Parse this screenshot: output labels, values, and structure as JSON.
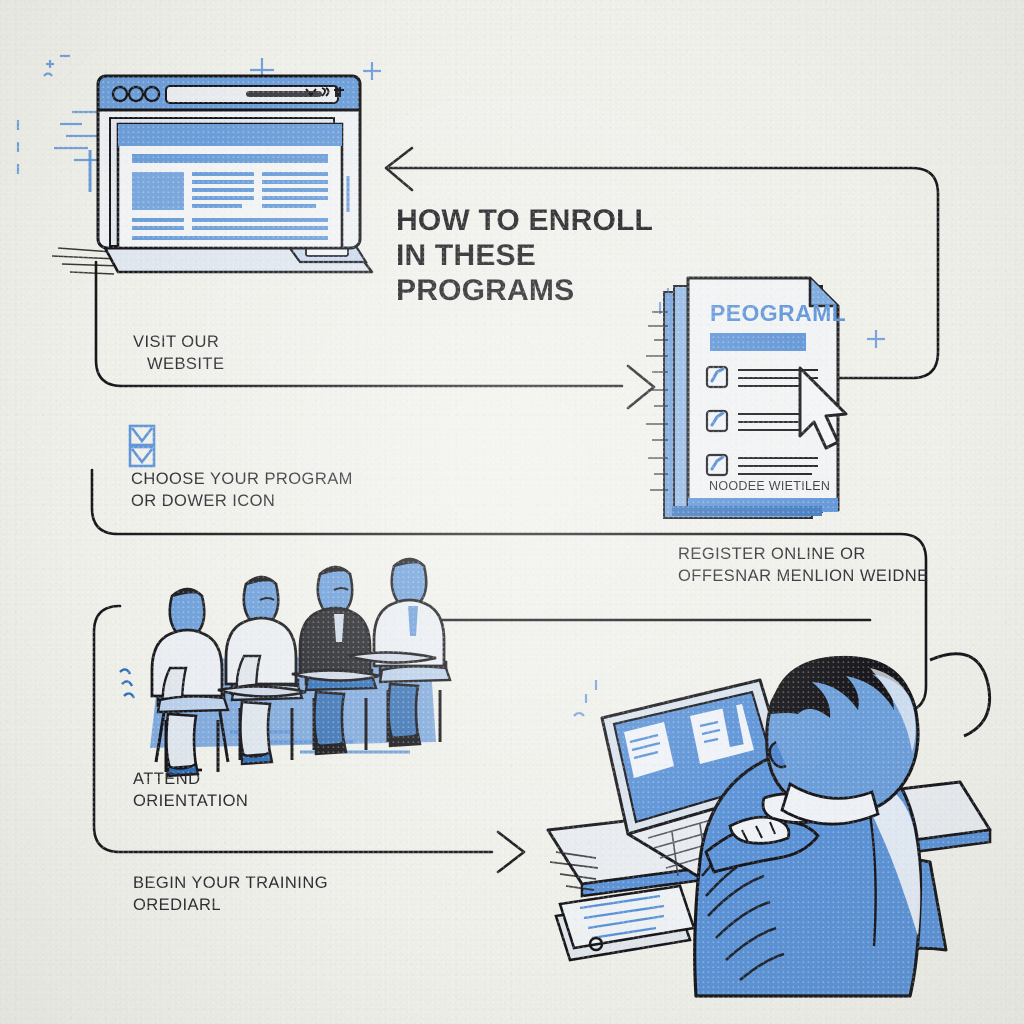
{
  "meta": {
    "background_color": "#efefea",
    "accent_blue": "#5b92d6",
    "deep_blue": "#2f6fb8",
    "ink_black": "#16161a",
    "style": "blue-and-black ink infographic on textured paper"
  },
  "title": {
    "lines": [
      "HOW TO ENROLL",
      "IN THESE",
      "PROGRAMS"
    ]
  },
  "steps": [
    {
      "id": "visit-website",
      "lines": [
        "VISIT OUR",
        "WEBSITE"
      ],
      "illustration": "browser-window-on-laptop"
    },
    {
      "id": "choose-program",
      "lines": [
        "CHOOSE YOUR PROGRAM",
        "OR DOWER ICON"
      ],
      "icon": "double-checkbox-icon"
    },
    {
      "id": "register-online",
      "lines": [
        "REGISTER ONLINE OR",
        "OFFESNAR MENLION WEIDNE"
      ],
      "illustration": "clipboard-form-with-cursor"
    },
    {
      "id": "attend-orientation",
      "lines": [
        "ATTEND",
        "ORIENTATION"
      ],
      "illustration": "four-seated-attendees"
    },
    {
      "id": "begin-training",
      "lines": [
        "BEGIN YOUR TRAINING",
        "OREDIARL"
      ],
      "illustration": "person-typing-at-laptop"
    }
  ],
  "illustrations": {
    "browser": {
      "dots_count": 3,
      "has_address_bar": true,
      "toolbar_glyphs": "scribbled-toolbar-icons"
    },
    "document": {
      "heading": "PEOGRAML",
      "footer": "NOODEE WIETILEN",
      "checkbox_rows": 3,
      "cursor": "mouse-pointer-arrow"
    },
    "attendees": {
      "people_count": 4
    },
    "worker": {
      "view": "from-behind",
      "objects": [
        "laptop",
        "desk",
        "chair",
        "notepad-stack"
      ]
    }
  },
  "connectors": [
    {
      "id": "browser-to-title",
      "arrow": "left"
    },
    {
      "id": "visit-to-document",
      "arrow": "right"
    },
    {
      "id": "choose-to-register",
      "arrow": "none"
    },
    {
      "id": "register-to-attend",
      "arrow": "none"
    },
    {
      "id": "attend-to-worker",
      "arrow": "right"
    }
  ]
}
